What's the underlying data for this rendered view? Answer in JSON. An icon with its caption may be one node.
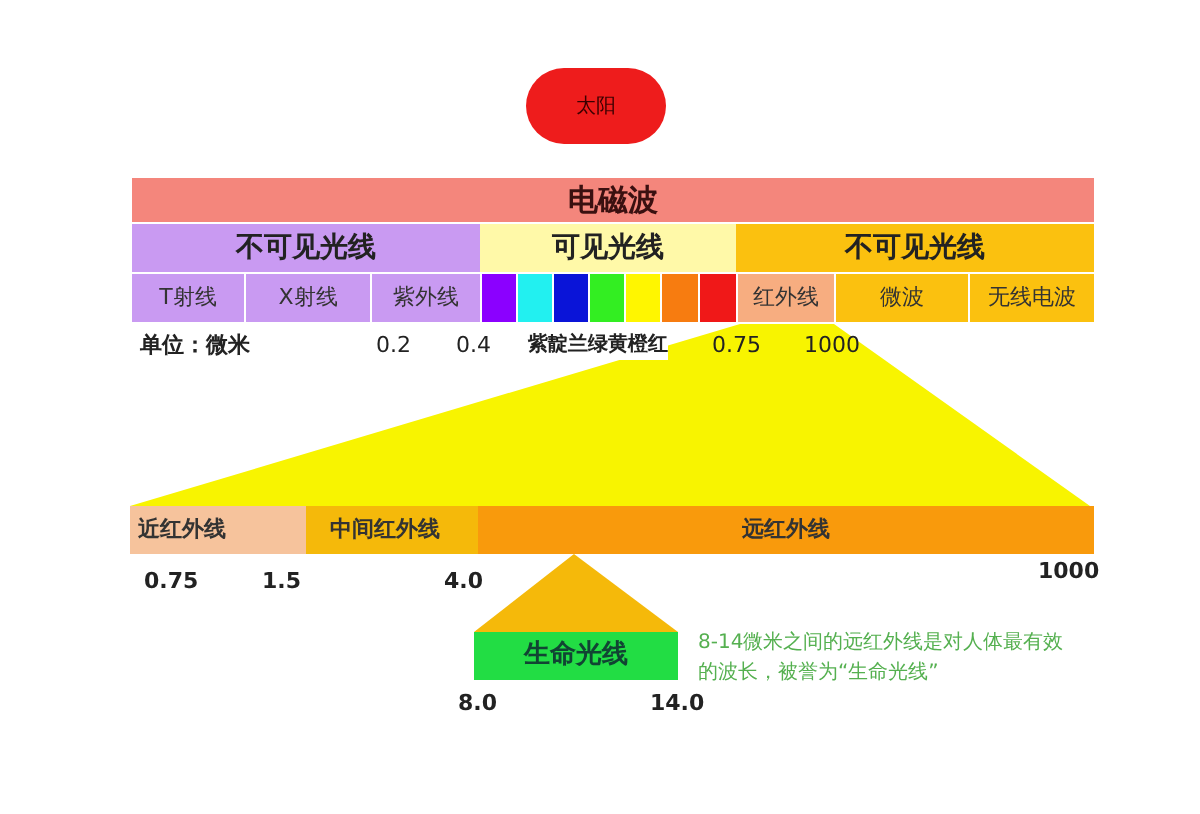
{
  "diagram": {
    "nodes": [
      {
        "text": [
          "太阳"
        ]
      },
      {
        "text": [
          "电磁波"
        ]
      },
      {
        "text": [
          "不可见光线"
        ]
      },
      {
        "text": [
          "可见光线"
        ]
      },
      {
        "text": [
          "不可见光线"
        ]
      },
      {
        "text": [
          "T射线"
        ]
      },
      {
        "text": [
          "X射线"
        ]
      },
      {
        "text": [
          "紫外线"
        ]
      },
      {
        "text": [],
        "shape": "box"
      },
      {
        "text": [],
        "shape": "box"
      },
      {
        "text": [],
        "shape": "box"
      },
      {
        "text": [],
        "shape": "box"
      },
      {
        "text": [],
        "shape": "box"
      },
      {
        "text": [],
        "shape": "box"
      },
      {
        "text": [],
        "shape": "box"
      },
      {
        "text": [
          "红外线"
        ]
      },
      {
        "text": [
          "微波"
        ]
      },
      {
        "text": [
          "无线电波"
        ]
      },
      {
        "text": [
          "近红外线"
        ]
      },
      {
        "text": [
          "中间红外线"
        ]
      },
      {
        "text": [
          "远红外线"
        ]
      },
      {
        "text": [
          "生命光线"
        ],
        "beside": [
          "8-14微米之间的远红外线是对人体最有效的波长，被誉为“生命光线”"
        ]
      }
    ],
    "labels": [
      "单位：微米",
      "0.2",
      "0.4",
      "紫靛兰绿黄橙红",
      "0.75",
      "1000",
      "0.75",
      "1.5",
      "4.0",
      "1000",
      "8.0",
      "14.0"
    ]
  }
}
